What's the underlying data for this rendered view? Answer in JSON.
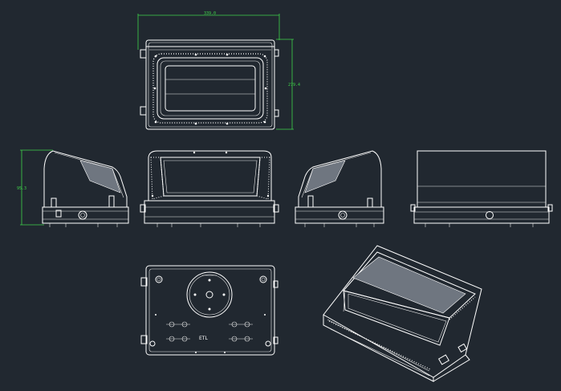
{
  "background_color": "#212830",
  "line_color": "#ffffff",
  "dimension_color": "#3fd24a",
  "dimensions": {
    "width": "339.0",
    "height": "279.4",
    "depth": "95.3"
  },
  "bottom_label": "ETL"
}
